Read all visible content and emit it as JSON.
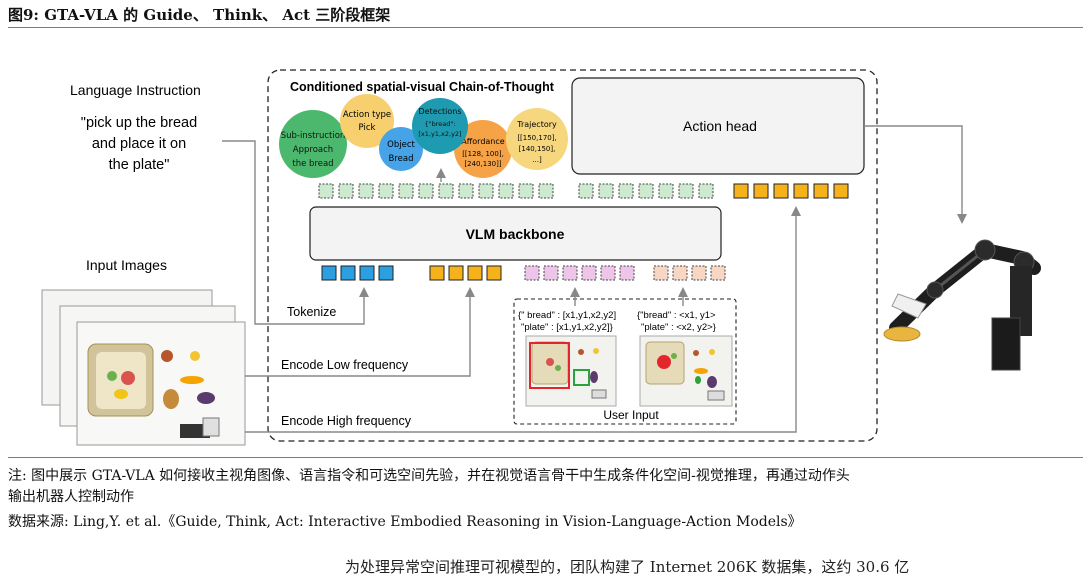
{
  "figure": {
    "title": "图9:  GTA-VLA 的 Guide、 Think、 Act 三阶段框架"
  },
  "diagram": {
    "cot_title": "Conditioned spatial-visual Chain-of-Thought",
    "language_instruction_title": "Language Instruction",
    "instruction_text": [
      "\"pick up the bread",
      "and place it on",
      "the plate\""
    ],
    "input_images_title": "Input Images",
    "action_head": "Action head",
    "vlm_backbone": "VLM backbone",
    "tokenize": "Tokenize",
    "encode_low": "Encode  Low frequency",
    "encode_high": "Encode  High frequency",
    "user_input": "User Input",
    "bubbles": {
      "subinstruction": {
        "title": "Sub-instruction",
        "lines": [
          "Approach",
          "the bread"
        ],
        "color": "#4cb86e"
      },
      "action_type": {
        "title": "Action type",
        "lines": [
          "Pick"
        ],
        "color": "#f7cf6e"
      },
      "object": {
        "title": "Object",
        "lines": [
          "Bread"
        ],
        "color": "#46a3e8"
      },
      "detections": {
        "title": "Detections",
        "lines": [
          "{\"bread\":",
          "[x1,y1,x2,y2]"
        ],
        "color": "#1e9bb0"
      },
      "affordance": {
        "title": "Affordance",
        "lines": [
          "[[128, 100],",
          "[240,130]]"
        ],
        "color": "#f6a347"
      },
      "trajectory": {
        "title": "Trajectory",
        "lines": [
          "[[150,170],",
          "[140,150],",
          "...]"
        ],
        "color": "#f7d77d"
      }
    },
    "user_box_text": {
      "bbox_line1": "{\" bread\" : [x1,y1,x2,y2]",
      "bbox_line2": "\"plate\"  : [x1,y1,x2,y2]}",
      "pt_line1": "{\"bread\" : <x1, y1>",
      "pt_line2": "\"plate\"  : <x2, y2>}"
    },
    "colors": {
      "token_blue": "#2c9fe0",
      "token_yellow": "#f5b21a",
      "token_pink": "#ecc5e8",
      "token_peach": "#f7d6c4",
      "token_green": "#cde9cf"
    }
  },
  "notes": {
    "note_line1": "注:  图中展示 GTA-VLA 如何接收主视角图像、语言指令和可选空间先验，并在视觉语言骨干中生成条件化空间-视觉推理，再通过动作头",
    "note_line2": "输出机器人控制动作",
    "source": "数据来源:  Ling,Y.  et al.《Guide, Think, Act: Interactive Embodied  Reasoning in Vision-Language-Action   Models》",
    "cut_text": "为处理异常空间推理可视模型的，团队构建了 Internet 206K 数据集，这约 30.6 亿"
  }
}
